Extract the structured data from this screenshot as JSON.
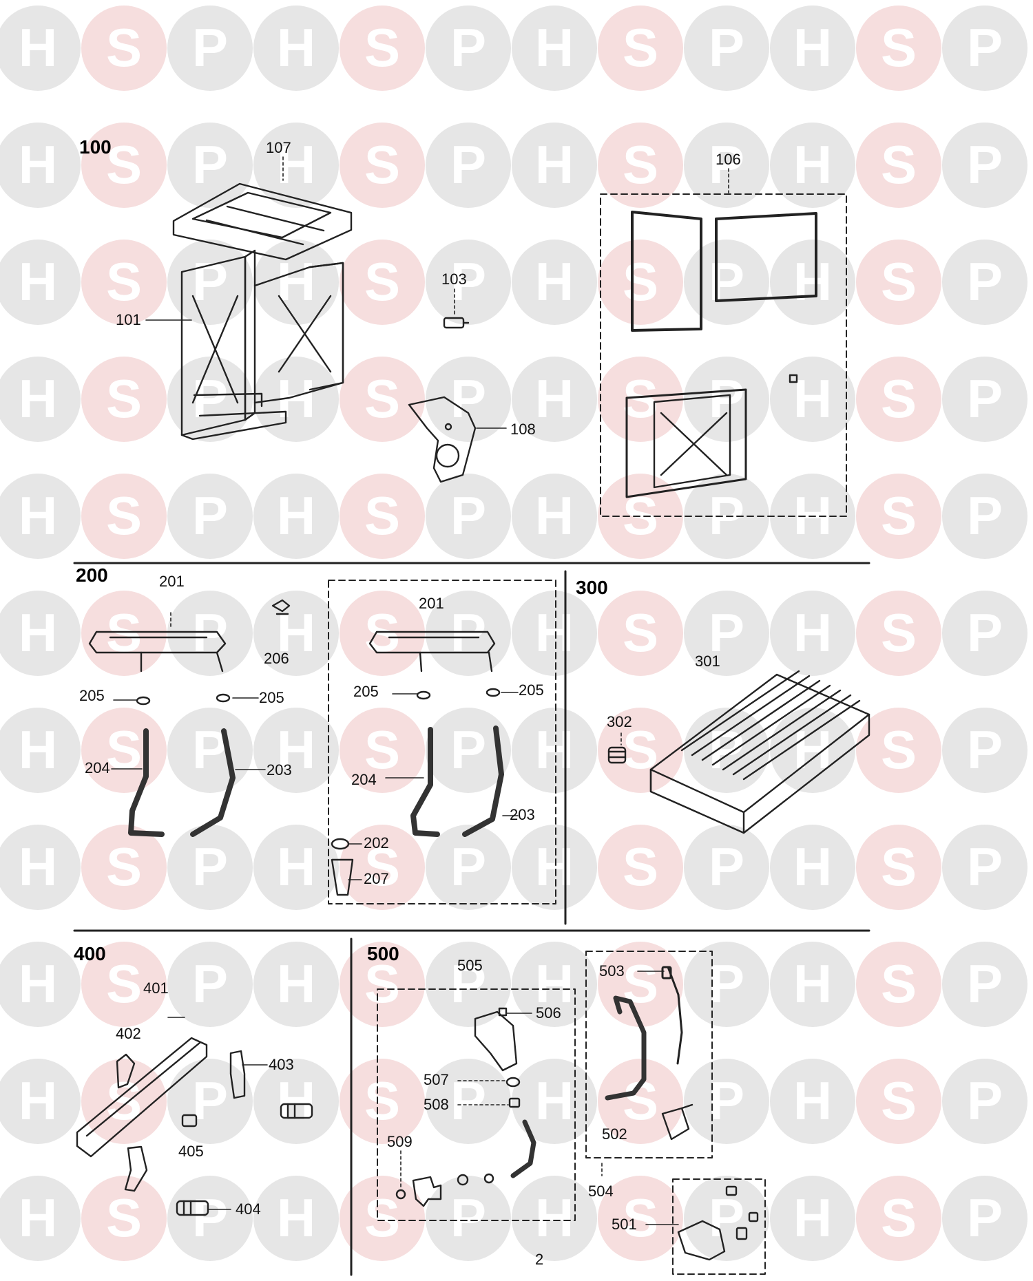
{
  "watermark": {
    "letters": [
      "H",
      "S",
      "P"
    ],
    "colors": {
      "H": "#e6e6e6",
      "S": "#f6dede",
      "P": "#e6e6e6",
      "letter": "#ffffff"
    }
  },
  "sections": {
    "s100": "100",
    "s200": "200",
    "s300": "300",
    "s400": "400",
    "s500": "500"
  },
  "labels": {
    "p101": "101",
    "p103": "103",
    "p106": "106",
    "p107": "107",
    "p108": "108",
    "p201a": "201",
    "p201b": "201",
    "p202": "202",
    "p203a": "203",
    "p203b": "203",
    "p204a": "204",
    "p204b": "204",
    "p205a": "205",
    "p205b": "205",
    "p205c": "205",
    "p205d": "205",
    "p206": "206",
    "p207": "207",
    "p301": "301",
    "p302": "302",
    "p401": "401",
    "p402": "402",
    "p403": "403",
    "p404": "404",
    "p405": "405",
    "p501": "501",
    "p502": "502",
    "p503": "503",
    "p504": "504",
    "p505": "505",
    "p506": "506",
    "p507": "507",
    "p508": "508",
    "p509": "509"
  },
  "page_number": "2"
}
